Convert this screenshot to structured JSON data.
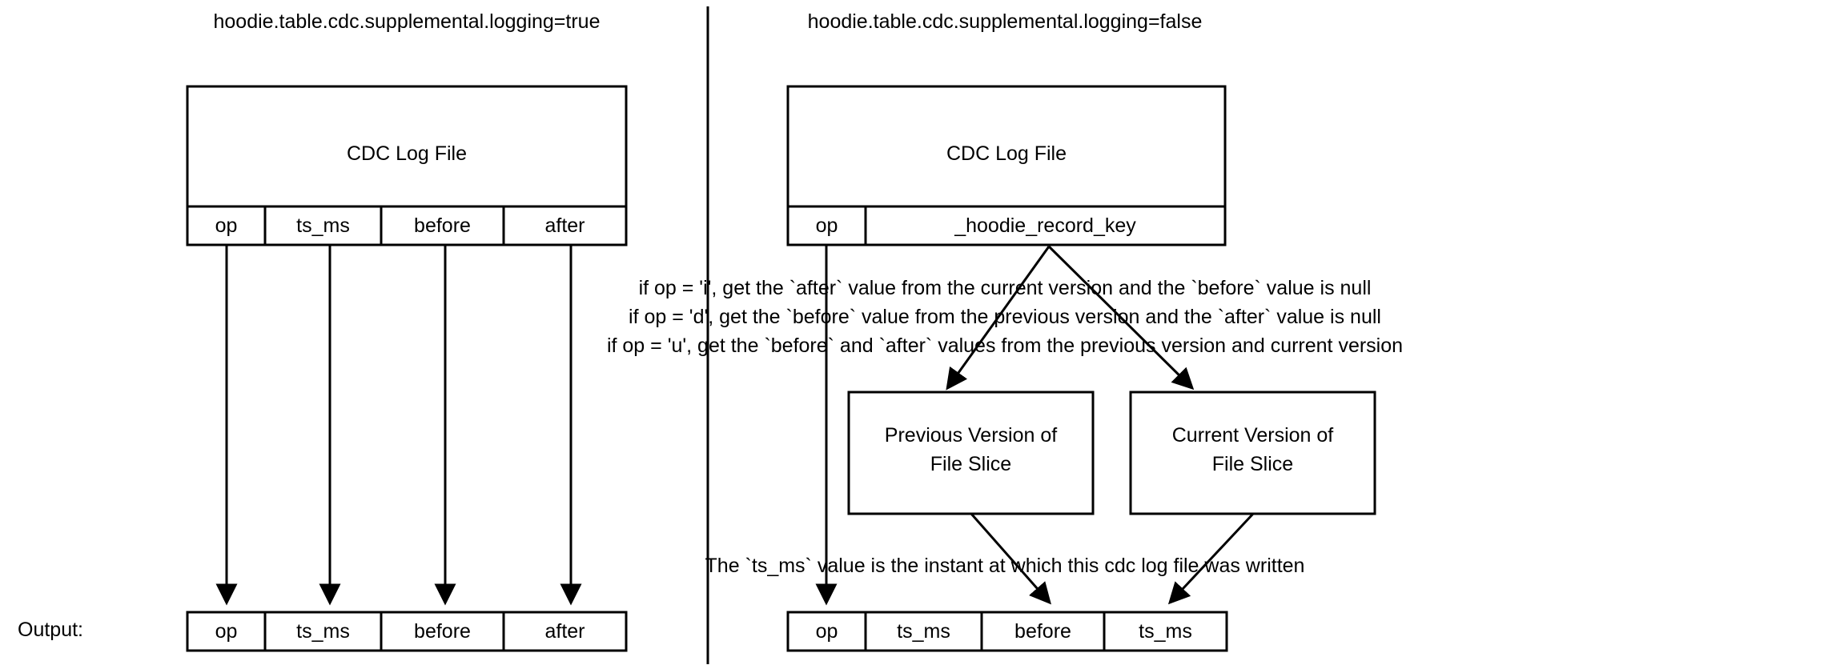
{
  "diagram": {
    "title": "Hudi CDC log file output with and without supplemental logging",
    "panels": [
      {
        "id": "left",
        "heading": "hoodie.table.cdc.supplemental.logging=true",
        "log_file": {
          "name": "CDC Log File",
          "columns": [
            "op",
            "ts_ms",
            "before",
            "after"
          ]
        },
        "output": {
          "label": "Output:",
          "columns": [
            "op",
            "ts_ms",
            "before",
            "after"
          ]
        }
      },
      {
        "id": "right",
        "heading": "hoodie.table.cdc.supplemental.logging=false",
        "log_file": {
          "name": "CDC Log File",
          "columns": [
            "op",
            "_hoodie_record_key"
          ]
        },
        "rules": [
          "if op = 'i', get the `after` value from the current version and the `before` value is null",
          "if op = 'd', get the `before` value from the previous version  and the `after` value is null",
          "if op = 'u', get the `before` and `after` values from the previous version and current version"
        ],
        "version_boxes": [
          {
            "line1": "Previous Version of",
            "line2": "File Slice"
          },
          {
            "line1": "Current Version of",
            "line2": "File Slice"
          }
        ],
        "ts_note": "The `ts_ms` value is the instant at which this cdc log file was written",
        "output": {
          "columns": [
            "op",
            "ts_ms",
            "before",
            "ts_ms"
          ]
        }
      }
    ],
    "colors": {
      "background": "#ffffff",
      "stroke": "#000000",
      "text": "#000000"
    }
  }
}
